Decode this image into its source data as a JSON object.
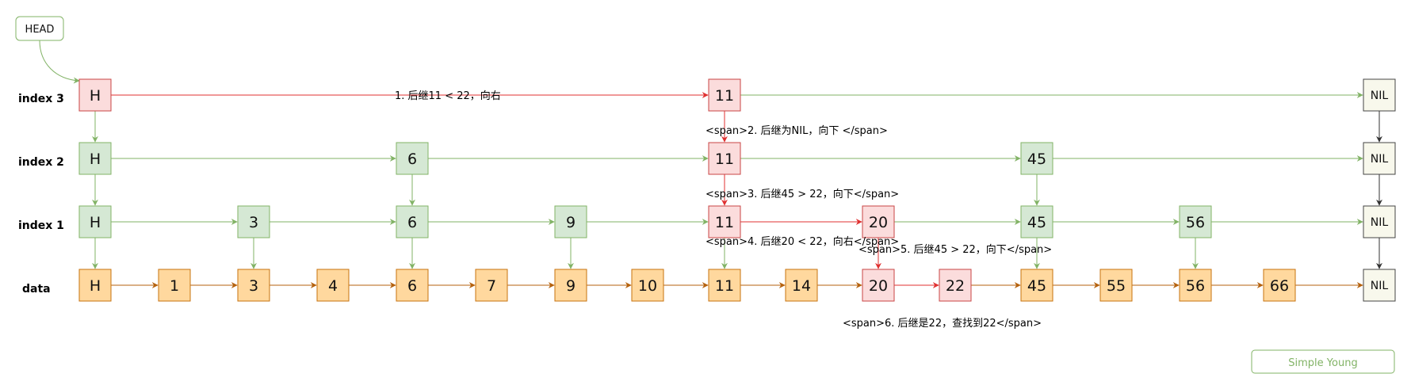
{
  "head_label": "HEAD",
  "credit": "Simple Young",
  "row_labels": [
    "index 3",
    "index 2",
    "index 1",
    "data"
  ],
  "rows": {
    "index3": [
      "H",
      "11",
      "NIL"
    ],
    "index2": [
      "H",
      "6",
      "11",
      "45",
      "NIL"
    ],
    "index1": [
      "H",
      "3",
      "6",
      "9",
      "11",
      "20",
      "45",
      "56",
      "NIL"
    ],
    "data": [
      "H",
      "1",
      "3",
      "4",
      "6",
      "7",
      "9",
      "10",
      "11",
      "14",
      "20",
      "22",
      "45",
      "55",
      "56",
      "66",
      "NIL"
    ]
  },
  "steps": [
    "1. 后继11 < 22，向右",
    "<span>2. 后继为NIL，向下 </span>",
    "<span>3. 后继45 > 22，向下</span>",
    "<span>4. 后继20 < 22，向右</span>",
    "<span>5. 后继45 > 22，向下</span>",
    "<span>6. 后继是22，查找到22</span>"
  ],
  "colors": {
    "search": "#e03131",
    "index_node_fill": "#d5e8d4",
    "index_node_stroke": "#82b366",
    "data_node_fill": "#ffd89e",
    "data_node_stroke": "#c7730f",
    "path_node_fill": "#fbdcdc",
    "path_node_stroke": "#c84545",
    "nil_fill": "#f8f8ec",
    "nil_stroke": "#444444",
    "index_edge": "#82b366",
    "data_edge": "#b5620e",
    "nil_edge": "#333333"
  }
}
